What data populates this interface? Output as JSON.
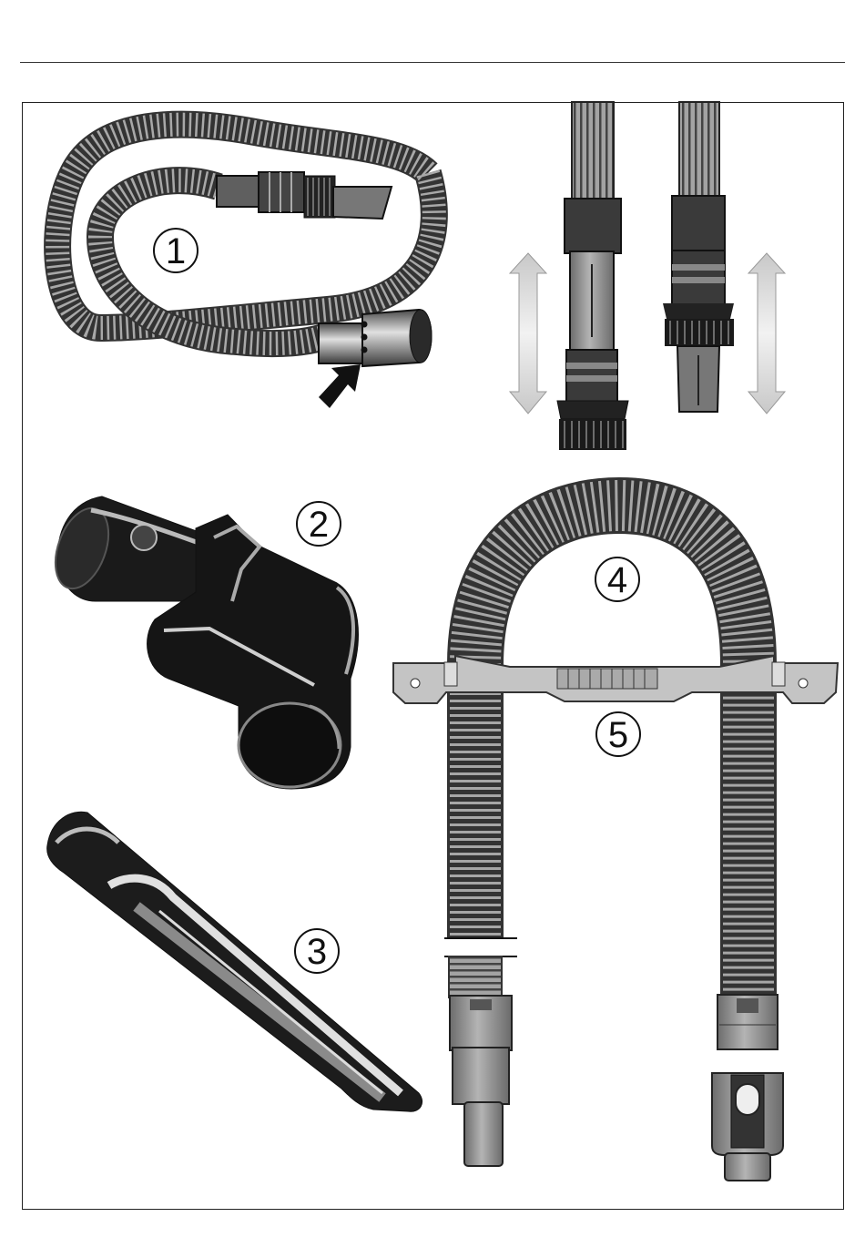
{
  "callouts": [
    {
      "id": "1",
      "label": "1"
    },
    {
      "id": "2",
      "label": "2"
    },
    {
      "id": "3",
      "label": "3"
    },
    {
      "id": "4",
      "label": "4"
    },
    {
      "id": "5",
      "label": "5"
    }
  ],
  "colors": {
    "hose": "#9a9a9a",
    "hose_dark": "#5a5a5a",
    "tool_black": "#151515",
    "plastic_grey": "#8c8c8c",
    "arrow_grey": "#b5b5b5",
    "line": "#111111"
  },
  "parts": [
    "coiled-suction-hose",
    "telescopic-hose-brush-extension",
    "telescopic-hose-crevice-extension",
    "turbo-brush",
    "crevice-tool",
    "long-hose",
    "hose-holder-bracket"
  ]
}
